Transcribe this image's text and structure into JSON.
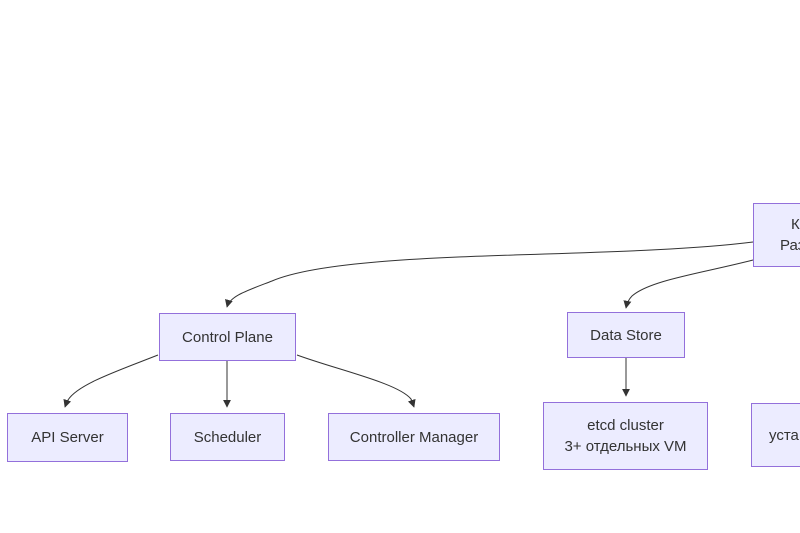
{
  "diagram": {
    "type": "flowchart",
    "colors": {
      "background": "#ffffff",
      "node_fill": "#ECECFF",
      "node_border": "#9370DB",
      "edge": "#333333",
      "text": "#333333"
    },
    "nodes": {
      "root": {
        "lines": [
          "К",
          "Раз"
        ],
        "note": "clipped at right edge of viewport"
      },
      "control_plane": {
        "lines": [
          "Control Plane"
        ]
      },
      "data_store": {
        "lines": [
          "Data Store"
        ]
      },
      "api_server": {
        "lines": [
          "API Server"
        ]
      },
      "scheduler": {
        "lines": [
          "Scheduler"
        ]
      },
      "controller_manager": {
        "lines": [
          "Controller Manager"
        ]
      },
      "etcd": {
        "lines": [
          "etcd cluster",
          "3+ отдельных VM"
        ]
      },
      "right_clipped": {
        "lines": [
          "",
          "уста"
        ],
        "note": "clipped at right edge of viewport"
      }
    },
    "edges": [
      {
        "from": "root",
        "to": "control_plane",
        "arrow": true
      },
      {
        "from": "root",
        "to": "data_store",
        "arrow": true
      },
      {
        "from": "control_plane",
        "to": "api_server",
        "arrow": true
      },
      {
        "from": "control_plane",
        "to": "scheduler",
        "arrow": true
      },
      {
        "from": "control_plane",
        "to": "controller_manager",
        "arrow": true
      },
      {
        "from": "data_store",
        "to": "etcd",
        "arrow": true
      }
    ]
  }
}
